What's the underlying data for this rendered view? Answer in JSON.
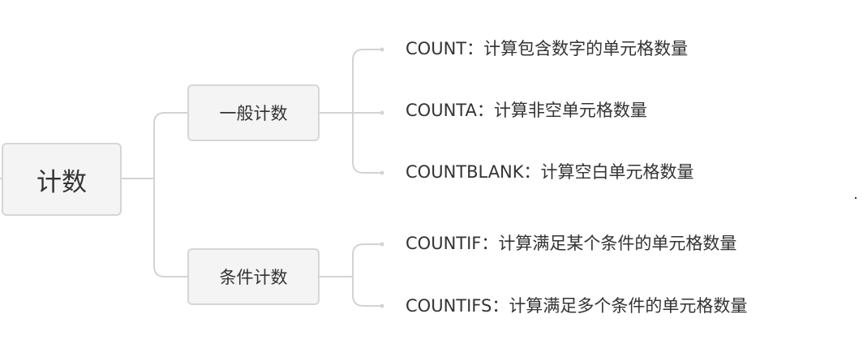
{
  "root": {
    "label": "计数"
  },
  "branches": [
    {
      "label": "一般计数",
      "leaves": [
        {
          "label": "COUNT：计算包含数字的单元格数量"
        },
        {
          "label": "COUNTA：计算非空单元格数量"
        },
        {
          "label": "COUNTBLANK：计算空白单元格数量"
        }
      ]
    },
    {
      "label": "条件计数",
      "leaves": [
        {
          "label": "COUNTIF：计算满足某个条件的单元格数量"
        },
        {
          "label": "COUNTIFS：计算满足多个条件的单元格数量"
        }
      ]
    }
  ],
  "colors": {
    "node_fill": "#f4f4f4",
    "node_border": "#d6d6d6",
    "connector": "#d3d3d3",
    "text": "#333333"
  }
}
